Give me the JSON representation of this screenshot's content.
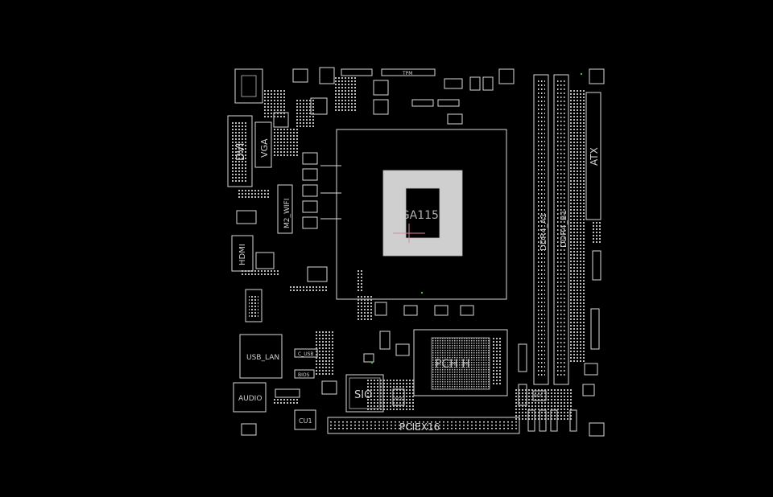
{
  "labels": {
    "cpu": "LGA1151",
    "pch": "PCH H",
    "sio": "SIO",
    "pciex16": "PCIEX16",
    "dvi": "DVI",
    "vga": "VGA",
    "hdmi": "HDMI",
    "m2_wifi": "M2_WIFI",
    "usb_lan": "USB_LAN",
    "audio": "AUDIO",
    "cu1": "CU1",
    "atx": "ATX",
    "ddr1": "DDR4_A1",
    "ddr2": "DDR4_B1",
    "tpm": "TPM",
    "c_usb": "C_USB",
    "bios": "BIOS"
  },
  "colors": {
    "background": "#000000",
    "outline": "#d8d8d8",
    "accent_dot": "#3fbf5f",
    "pink": "#d88aa0"
  }
}
